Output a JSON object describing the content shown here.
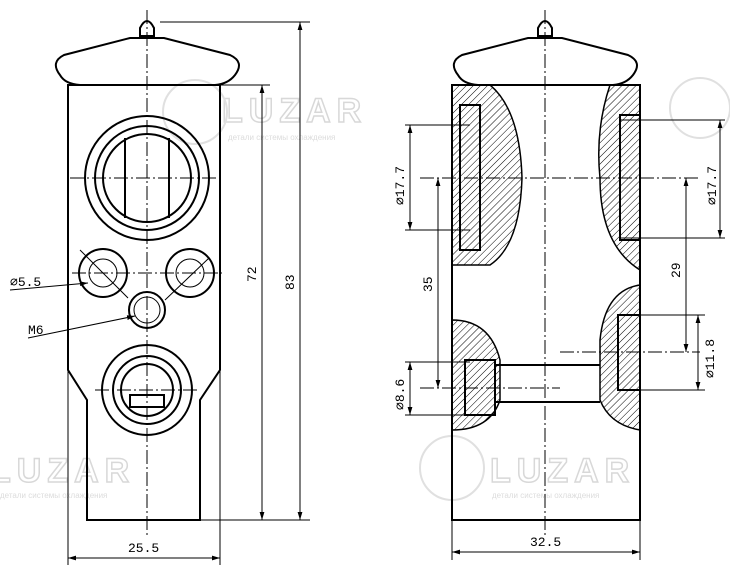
{
  "watermark": {
    "brand": "LUZAR",
    "tagline": "детали системы охлаждения"
  },
  "front_view": {
    "hole_diameter": "⌀5.5",
    "thread": "M6",
    "height_inner": "72",
    "height_total": "83",
    "width": "25.5"
  },
  "side_view": {
    "port_left_diameter": "⌀17.7",
    "port_spacing_left": "35",
    "small_port_diameter": "⌀8.6",
    "width": "32.5",
    "port_right_diameter": "⌀17.7",
    "port_spacing_right": "29",
    "port_right_small_diameter": "⌀11.8"
  }
}
